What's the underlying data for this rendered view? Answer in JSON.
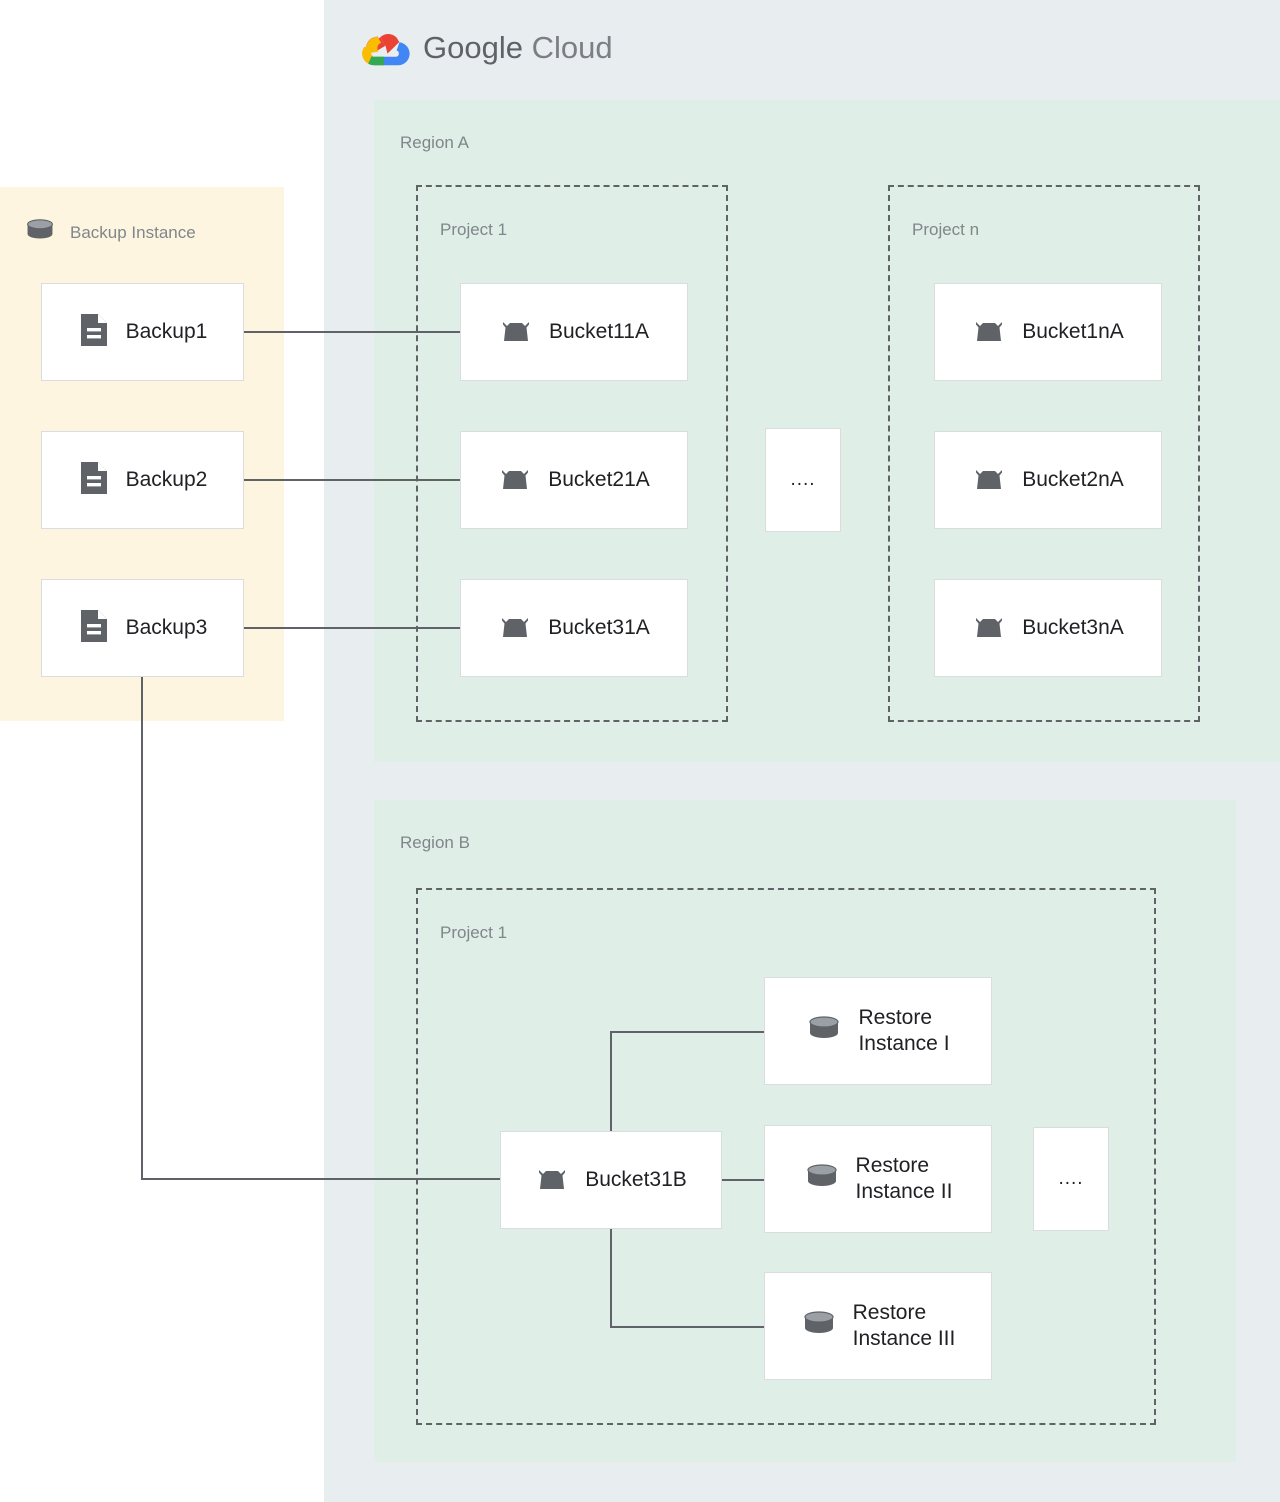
{
  "cloud": {
    "brand_word_1": "Google",
    "brand_word_2": "Cloud",
    "logo_icon": "google-cloud-logo",
    "panel_color": "#e8edf0"
  },
  "backup_instance": {
    "title": "Backup Instance",
    "icon": "database-cylinder-icon",
    "panel_color": "#fdf5e0",
    "items": [
      {
        "label": "Backup1",
        "icon": "document-icon"
      },
      {
        "label": "Backup2",
        "icon": "document-icon"
      },
      {
        "label": "Backup3",
        "icon": "document-icon"
      }
    ]
  },
  "regions": [
    {
      "label": "Region A",
      "color": "#dfeee6",
      "projects": [
        {
          "label": "Project 1",
          "buckets": [
            {
              "label": "Bucket11A",
              "icon": "bucket-icon"
            },
            {
              "label": "Bucket21A",
              "icon": "bucket-icon"
            },
            {
              "label": "Bucket31A",
              "icon": "bucket-icon"
            }
          ]
        },
        {
          "label": "Project n",
          "buckets": [
            {
              "label": "Bucket1nA",
              "icon": "bucket-icon"
            },
            {
              "label": "Bucket2nA",
              "icon": "bucket-icon"
            },
            {
              "label": "Bucket3nA",
              "icon": "bucket-icon"
            }
          ]
        }
      ],
      "ellipsis": "...."
    },
    {
      "label": "Region B",
      "color": "#dfeee6",
      "projects": [
        {
          "label": "Project 1",
          "buckets": [
            {
              "label": "Bucket31B",
              "icon": "bucket-icon"
            }
          ],
          "restore_instances": [
            {
              "label": "Restore\nInstance I",
              "icon": "database-cylinder-icon"
            },
            {
              "label": "Restore\nInstance II",
              "icon": "database-cylinder-icon"
            },
            {
              "label": "Restore\nInstance III",
              "icon": "database-cylinder-icon"
            }
          ],
          "ellipsis": "...."
        }
      ]
    }
  ],
  "colors": {
    "connector": "#5f6368",
    "card_border": "#dadce0",
    "label_text": "#80868b",
    "node_text": "#202124",
    "icon_fill": "#5f6368",
    "logo_red": "#ea4335",
    "logo_yellow": "#fbbc04",
    "logo_green": "#34a853",
    "logo_blue": "#4285f4"
  }
}
